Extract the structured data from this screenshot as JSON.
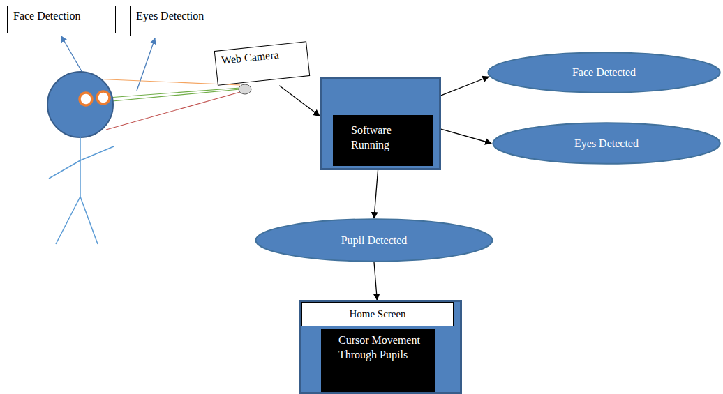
{
  "diagram": {
    "nodes": [
      {
        "text": [
          "Face Detection"
        ]
      },
      {
        "text": [
          "Eyes Detection"
        ]
      },
      {
        "text": [
          "Web Camera"
        ]
      },
      {
        "text": [
          "Software Running"
        ]
      },
      {
        "text": [
          "Face Detected"
        ]
      },
      {
        "text": [
          "Eyes Detected"
        ]
      },
      {
        "text": [
          "Pupil Detected"
        ]
      },
      {
        "text": [
          "Home Screen",
          "Cursor Movement Through Pupils"
        ]
      }
    ],
    "edges": [
      {
        "from": 2,
        "to": 3,
        "arrow": "to"
      },
      {
        "from": 3,
        "to": 4,
        "arrow": "to"
      },
      {
        "from": 3,
        "to": 5,
        "arrow": "to"
      },
      {
        "from": 3,
        "to": 6,
        "arrow": "to"
      },
      {
        "from": 6,
        "to": 7,
        "arrow": "to"
      }
    ]
  }
}
